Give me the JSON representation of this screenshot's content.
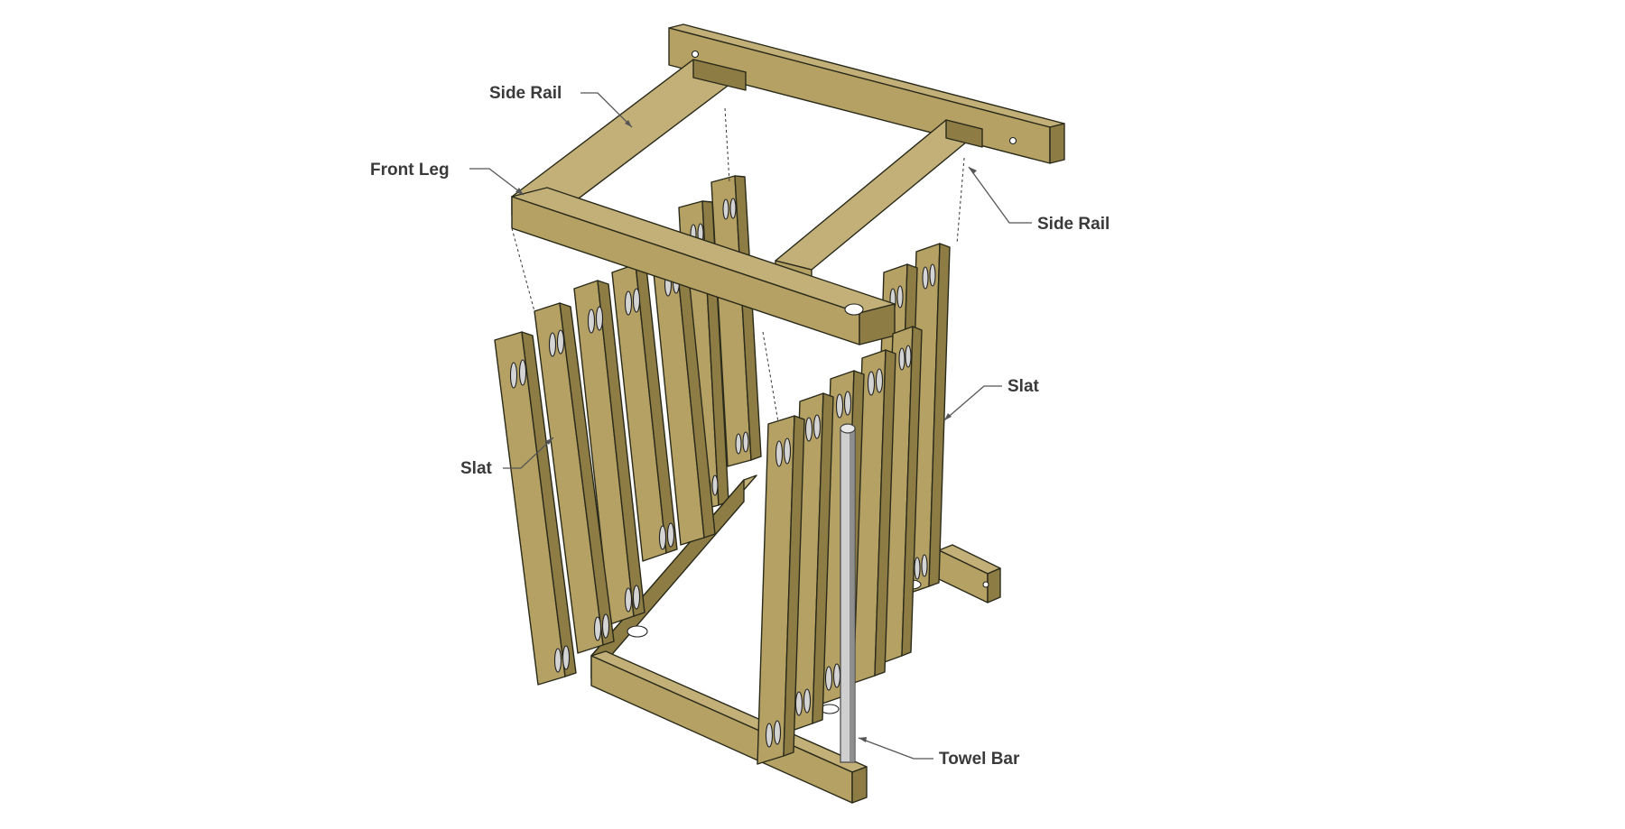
{
  "labels": {
    "side_rail_left": "Side Rail",
    "front_leg": "Front Leg",
    "side_rail_right": "Side Rail",
    "slat_left": "Slat",
    "slat_right": "Slat",
    "towel_bar": "Towel Bar"
  },
  "colors": {
    "wood_top": "#c2b078",
    "wood_front": "#b4a163",
    "wood_side": "#8d7c44",
    "wood_dark": "#6f6235",
    "metal": "#cfcfcf",
    "metal_shade": "#8e8e8e",
    "background": "#ffffff"
  }
}
